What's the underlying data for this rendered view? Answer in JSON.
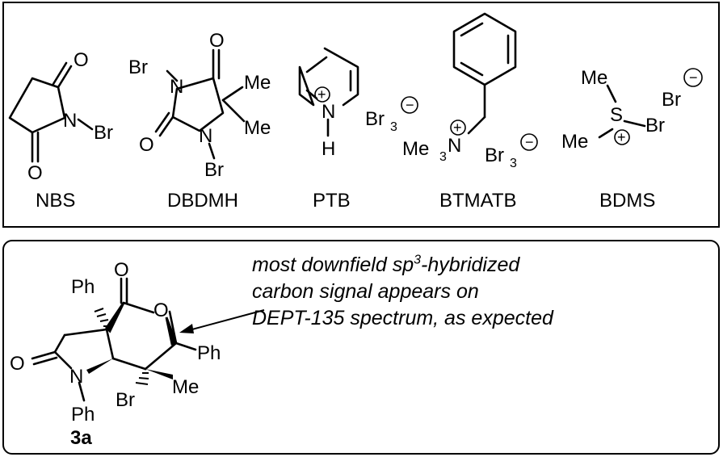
{
  "figure": {
    "top_panel": {
      "reagents": [
        {
          "name": "NBS",
          "atoms": {
            "o_top": "O",
            "o_bottom": "O",
            "n": "N",
            "br": "Br"
          }
        },
        {
          "name": "DBDMH",
          "atoms": {
            "br_top": "Br",
            "n_top": "N",
            "o_top": "O",
            "me1": "Me",
            "me2": "Me",
            "o_left": "O",
            "n_bottom": "N",
            "br_bottom": "Br"
          }
        },
        {
          "name": "PTB",
          "atoms": {
            "n": "N",
            "h": "H",
            "br3": "Br",
            "br3_sub": "3",
            "charge_pos": "+",
            "charge_neg": "−"
          }
        },
        {
          "name": "BTMATB",
          "atoms": {
            "me3": "Me",
            "me3_sub": "3",
            "n": "N",
            "br3": "Br",
            "br3_sub": "3",
            "charge_pos": "+",
            "charge_neg": "−"
          }
        },
        {
          "name": "BDMS",
          "atoms": {
            "me_top": "Me",
            "me_bottom": "Me",
            "s": "S",
            "br_s": "Br",
            "br_ion": "Br",
            "charge_pos": "+",
            "charge_neg": "−"
          }
        }
      ]
    },
    "bottom_panel": {
      "compound": {
        "label": "3a",
        "atoms": {
          "ph1": "Ph",
          "o_carbonyl": "O",
          "o_ring": "O",
          "o_lactam": "O",
          "n": "N",
          "ph2": "Ph",
          "ph3": "Ph",
          "br": "Br",
          "me": "Me"
        }
      },
      "annotation": {
        "line1_pre": "most downfield sp",
        "line1_sup": "3",
        "line1_post": "-hybridized",
        "line2": "carbon signal appears on",
        "line3": "DEPT-135 spectrum, as expected"
      }
    }
  }
}
